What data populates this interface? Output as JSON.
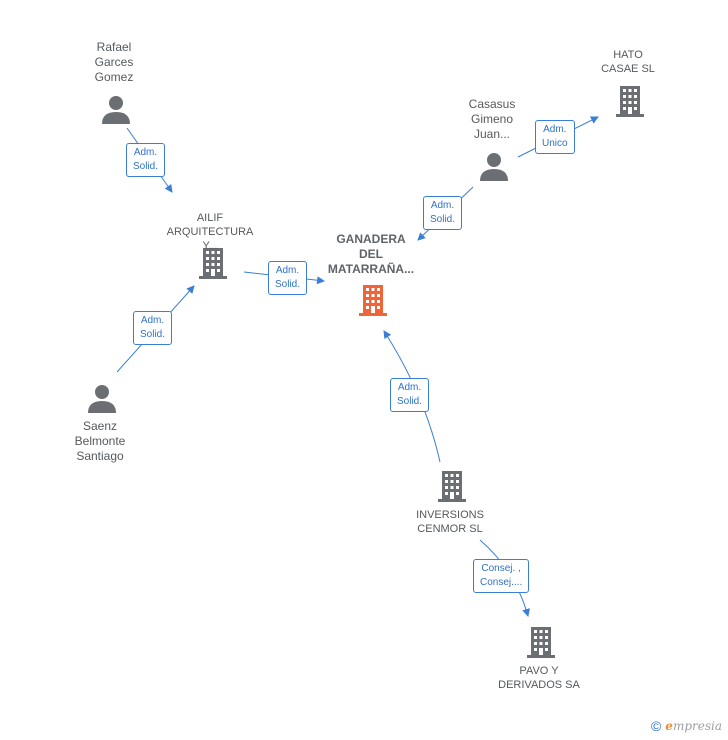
{
  "nodes": {
    "rafael": {
      "label": "Rafael\nGarces\nGomez",
      "type": "person"
    },
    "ailif": {
      "label": "AILIF\nARQUITECTURA\nY...",
      "type": "company"
    },
    "saenz": {
      "label": "Saenz\nBelmonte\nSantiago",
      "type": "person"
    },
    "ganadera": {
      "label": "GANADERA\nDEL\nMATARRAÑA...",
      "type": "company-main"
    },
    "casasus": {
      "label": "Casasus\nGimeno\nJuan...",
      "type": "person"
    },
    "hato": {
      "label": "HATO\nCASAE  SL",
      "type": "company"
    },
    "inversions": {
      "label": "INVERSIONS\nCENMOR  SL",
      "type": "company"
    },
    "pavo": {
      "label": "PAVO Y\nDERIVADOS SA",
      "type": "company"
    }
  },
  "edges": {
    "rafael_ailif": "Adm.\nSolid.",
    "saenz_ailif": "Adm.\nSolid.",
    "ailif_ganadera": "Adm.\nSolid.",
    "casasus_ganadera": "Adm.\nSolid.",
    "casasus_hato": "Adm.\nUnico",
    "inversions_ganadera": "Adm.\nSolid.",
    "inversions_pavo": "Consej. ,\nConsej...."
  },
  "colors": {
    "edge": "#3a7fd5",
    "icon": "#6b6f73",
    "main_icon": "#f0643a"
  },
  "footer": {
    "copyright": "©",
    "brand_initial": "e",
    "brand_rest": "mpresia"
  }
}
